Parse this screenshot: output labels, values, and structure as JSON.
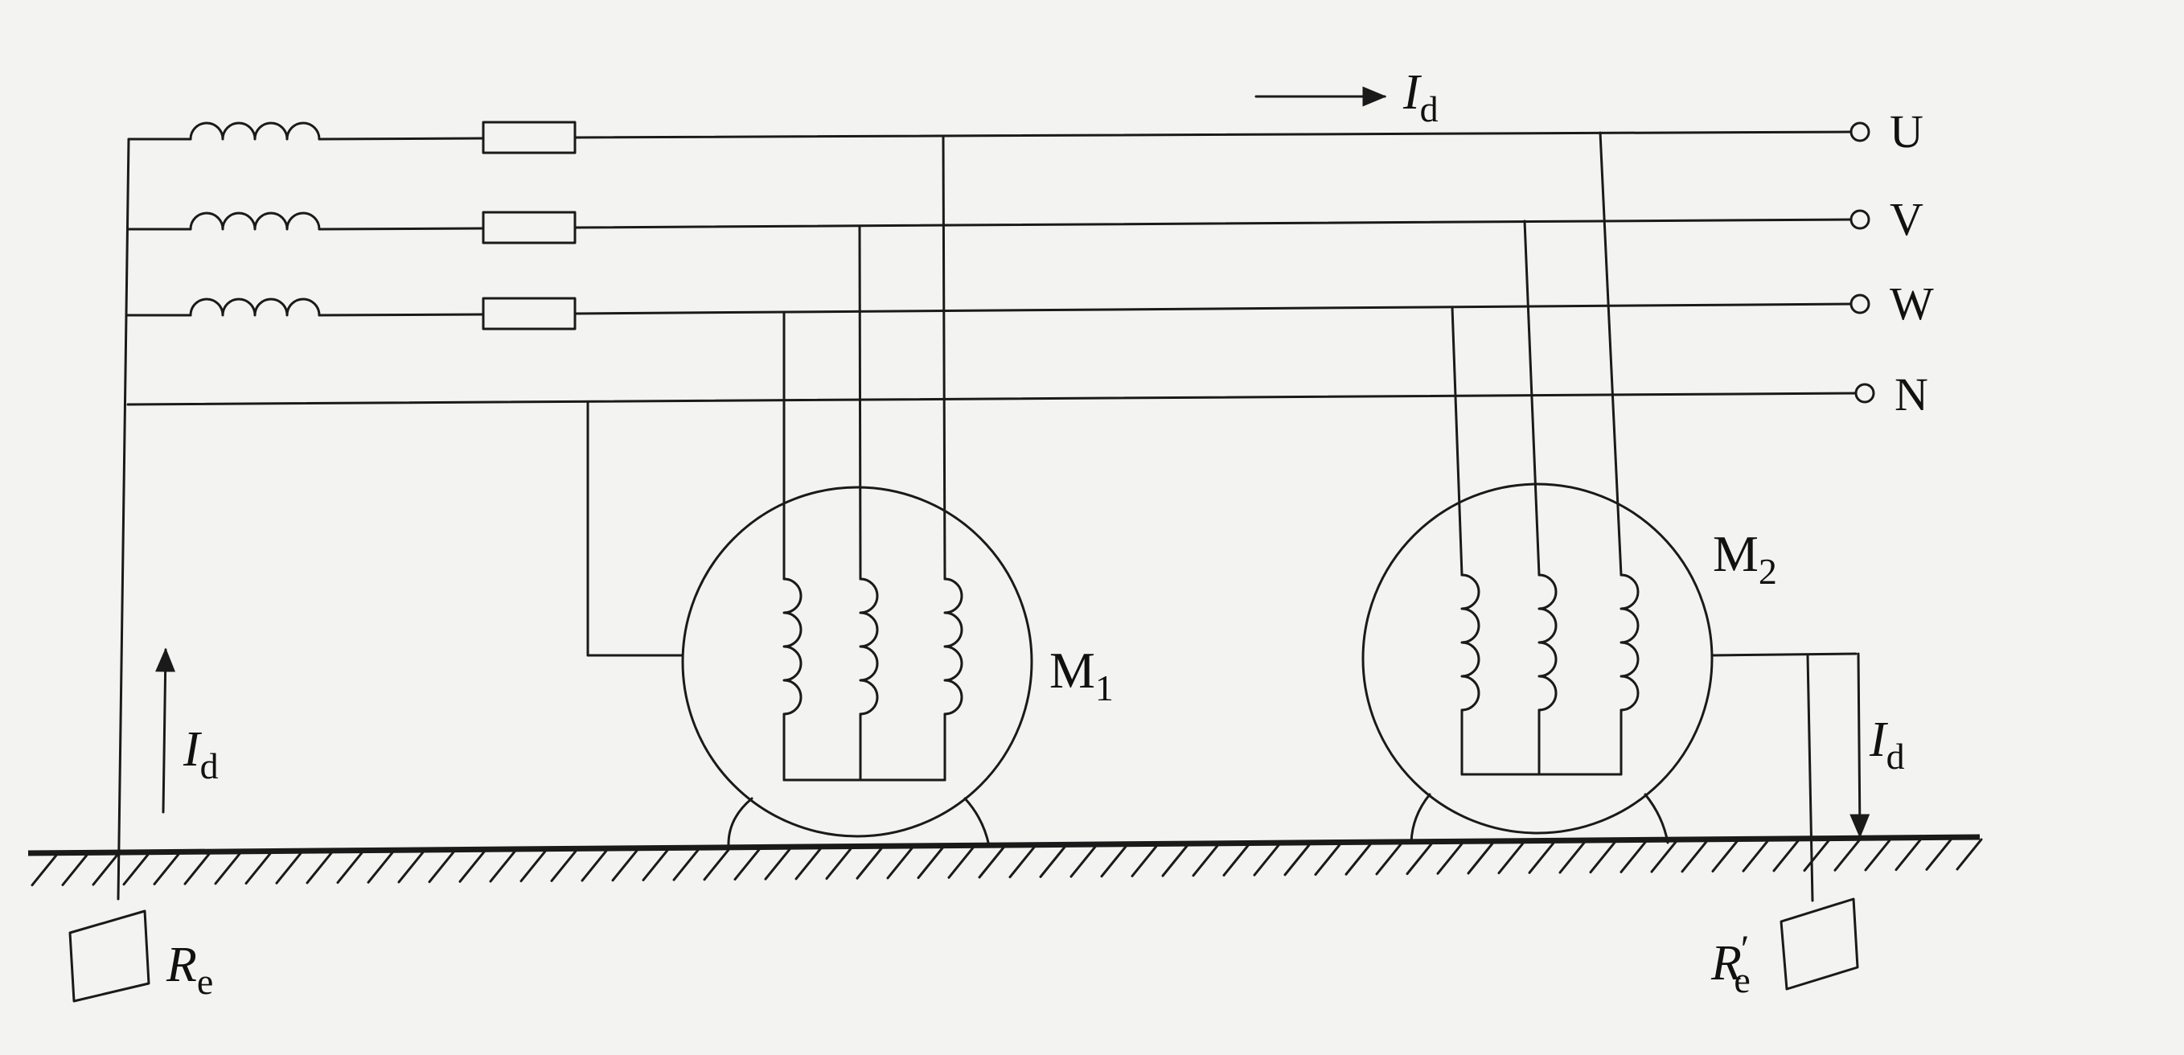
{
  "phases": [
    "U",
    "V",
    "W",
    "N"
  ],
  "current_label": {
    "main": "I",
    "sub": "d"
  },
  "motors": [
    {
      "name": "M",
      "sub": "1"
    },
    {
      "name": "M",
      "sub": "2"
    }
  ],
  "grounds": [
    {
      "main": "R",
      "sub": "e",
      "prime": ""
    },
    {
      "main": "R",
      "sub": "e",
      "prime": "′"
    }
  ],
  "colors": {
    "line": "#1a1a1a",
    "background": "#f3f3f1"
  }
}
